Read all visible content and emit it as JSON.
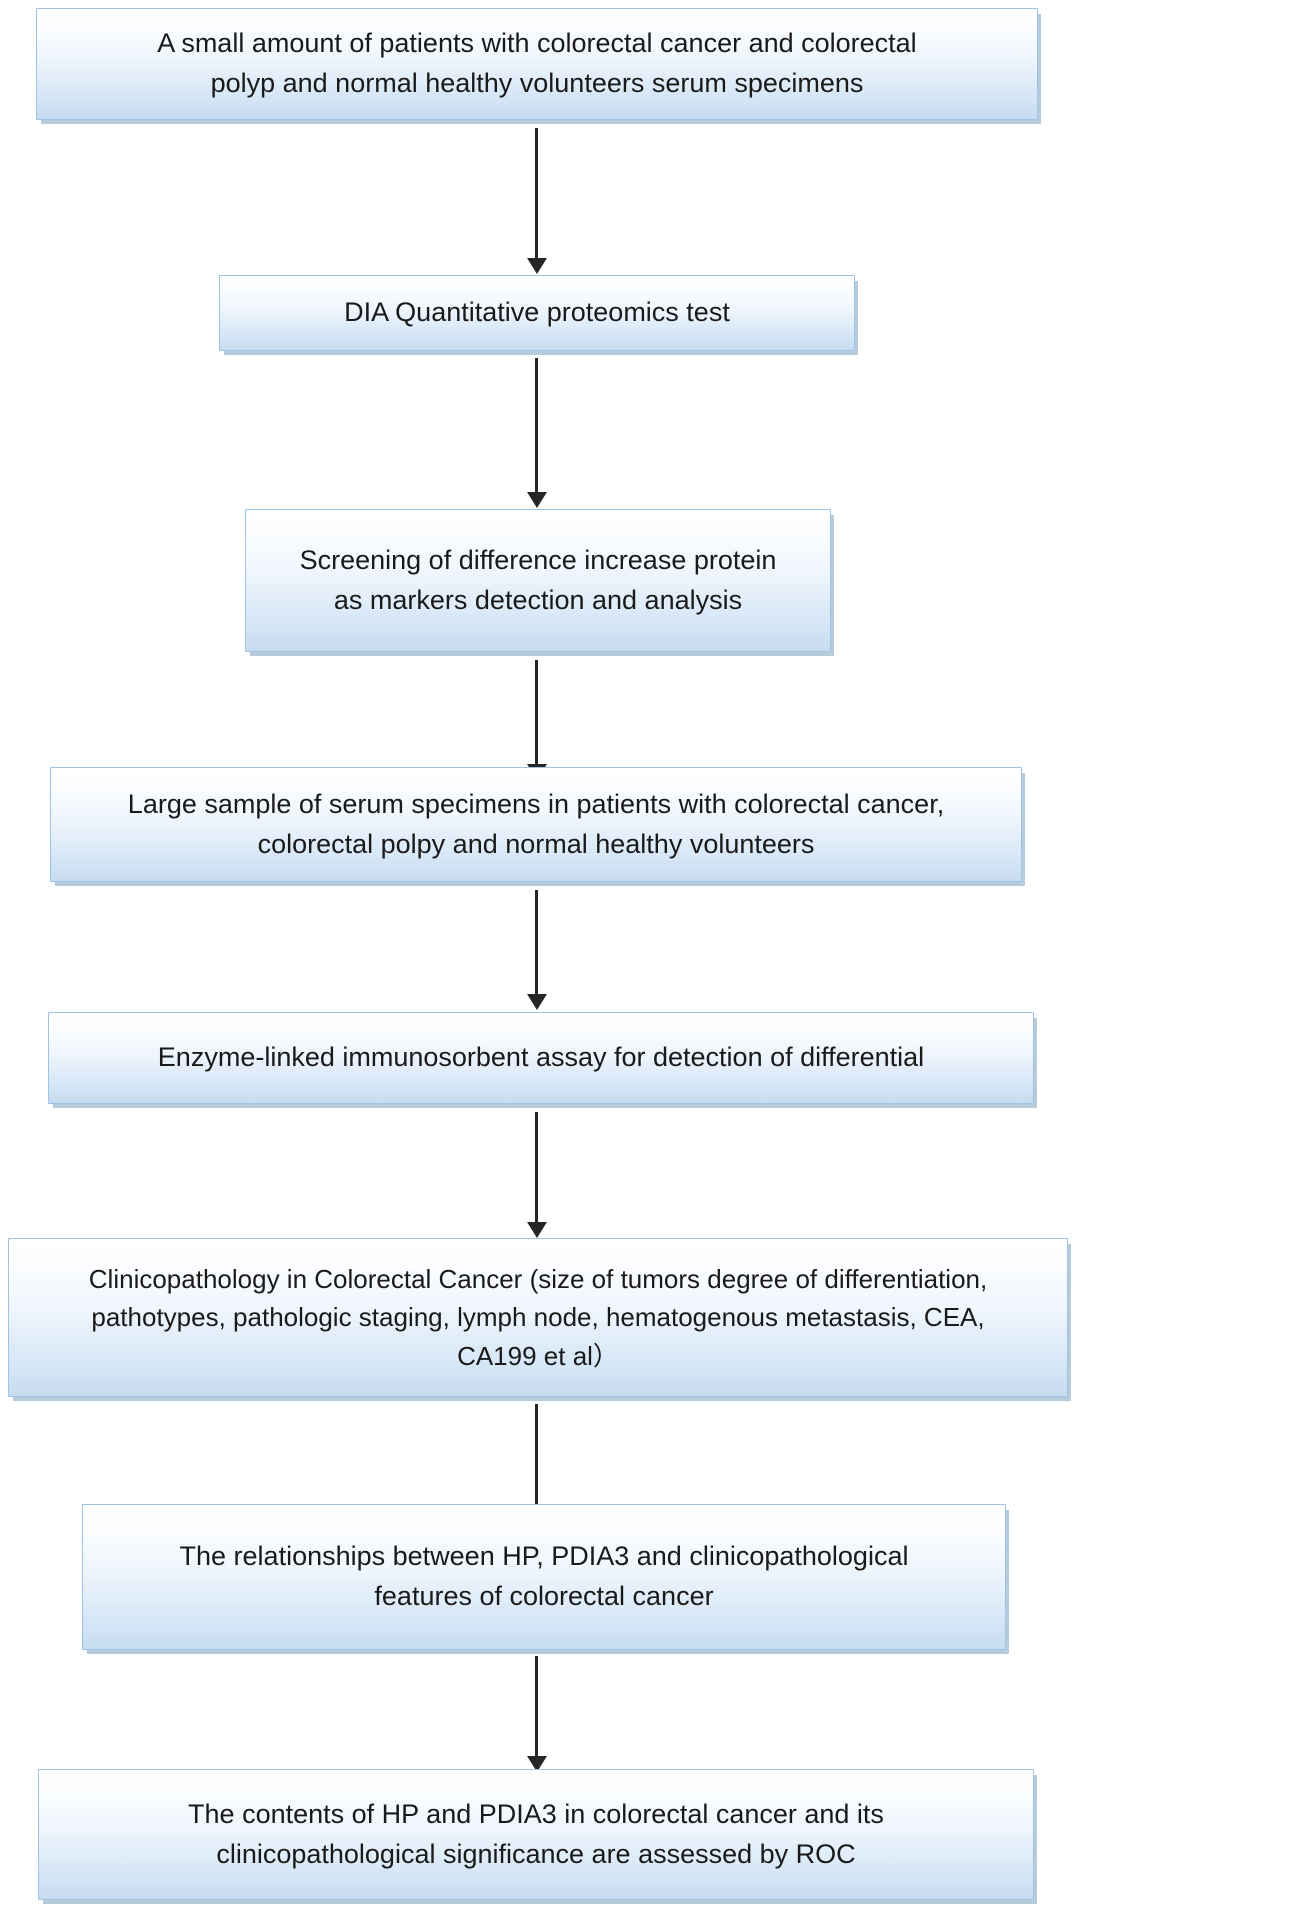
{
  "diagram": {
    "title": "Research workflow flowchart",
    "type": "vertical-flowchart",
    "accent_border_color": "#9dc3e6",
    "fill_gradient_top": "#ffffff",
    "fill_gradient_bottom": "#c7dcf0",
    "arrow_color": "#262626",
    "nodes": [
      {
        "id": "node-1",
        "text": "A small amount of patients with colorectal cancer and colorectal\npolyp and normal healthy volunteers serum specimens"
      },
      {
        "id": "node-2",
        "text": "DIA Quantitative proteomics test"
      },
      {
        "id": "node-3",
        "text": "Screening of difference increase protein\nas markers detection and analysis"
      },
      {
        "id": "node-4",
        "text": "Large sample of serum specimens in patients with colorectal cancer,\ncolorectal polpy and normal healthy volunteers"
      },
      {
        "id": "node-5",
        "text": "Enzyme-linked immunosorbent assay for detection of differential"
      },
      {
        "id": "node-6",
        "text": "Clinicopathology in Colorectal Cancer (size of tumors degree of differentiation,\npathotypes, pathologic staging, lymph node, hematogenous metastasis, CEA,\nCA199 et al）"
      },
      {
        "id": "node-7",
        "text": "The relationships between HP, PDIA3 and clinicopathological\nfeatures of colorectal cancer"
      },
      {
        "id": "node-8",
        "text": "The contents of HP and PDIA3 in colorectal cancer and its\nclinicopathological significance are assessed by ROC"
      }
    ],
    "connectors": [
      {
        "id": "arrow-1-2",
        "from": "node-1",
        "to": "node-2"
      },
      {
        "id": "arrow-2-3",
        "from": "node-2",
        "to": "node-3"
      },
      {
        "id": "arrow-3-4",
        "from": "node-3",
        "to": "node-4"
      },
      {
        "id": "arrow-4-5",
        "from": "node-4",
        "to": "node-5"
      },
      {
        "id": "arrow-5-6",
        "from": "node-5",
        "to": "node-6"
      },
      {
        "id": "arrow-6-7",
        "from": "node-6",
        "to": "node-7"
      },
      {
        "id": "arrow-7-8",
        "from": "node-7",
        "to": "node-8"
      }
    ]
  }
}
